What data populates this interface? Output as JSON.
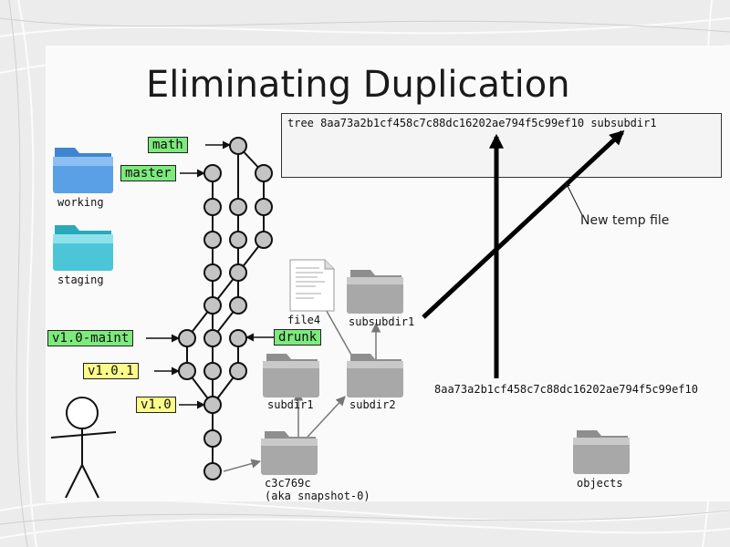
{
  "slide": {
    "title": "Eliminating Duplication",
    "tree_line": "tree 8aa73a2b1cf458c7c88dc16202ae794f5c99ef10 subsubdir1",
    "blob_hash": "8aa73a2b1cf458c7c88dc16202ae794f5c99ef10",
    "annotation": "New temp file"
  },
  "refs": {
    "math": "math",
    "master": "master",
    "v1_0_maint": "v1.0-maint",
    "drunk": "drunk",
    "v1_0_1": "v1.0.1",
    "v1_0": "v1.0"
  },
  "sidebar": {
    "working": "working",
    "staging": "staging"
  },
  "objects": {
    "file4": "file4",
    "subsubdir1": "subsubdir1",
    "subdir1": "subdir1",
    "subdir2": "subdir2",
    "commit": "c3c769c",
    "commit_alias": "(aka snapshot-0)",
    "objects": "objects"
  },
  "colors": {
    "ref_green": "#7dea7d",
    "ref_yellow": "#fbfb8a",
    "commit_node": "#c4c4c4",
    "folder_blue": "#5aa0e6",
    "folder_teal": "#4cc6d6",
    "folder_gray": "#a8a8a8"
  }
}
